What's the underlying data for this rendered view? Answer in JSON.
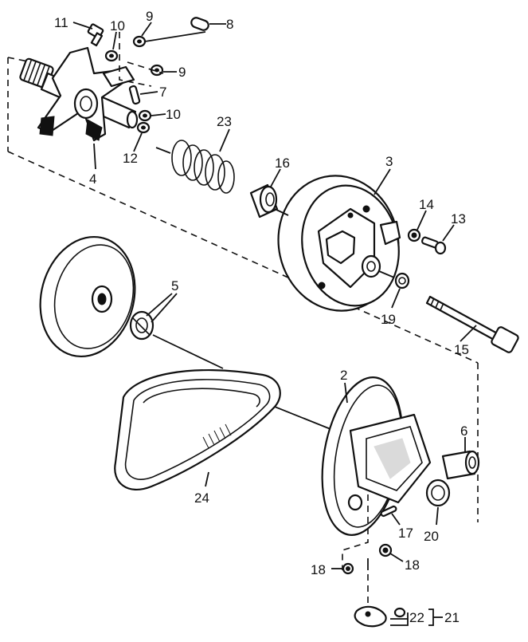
{
  "callouts": {
    "c1": "11",
    "c2": "10",
    "c3": "9",
    "c4": "8",
    "c5": "9",
    "c6": "7",
    "c7": "10",
    "c8": "23",
    "c9": "12",
    "c10": "4",
    "c11": "16",
    "c12": "3",
    "c13": "14",
    "c14": "13",
    "c15": "5",
    "c16": "19",
    "c17": "15",
    "c18": "2",
    "c19": "6",
    "c20": "24",
    "c21": "17",
    "c22": "20",
    "c23": "18",
    "c24": "18",
    "c25": "22",
    "c26": "21"
  },
  "colors": {
    "ink": "#111111",
    "paper": "#ffffff"
  }
}
